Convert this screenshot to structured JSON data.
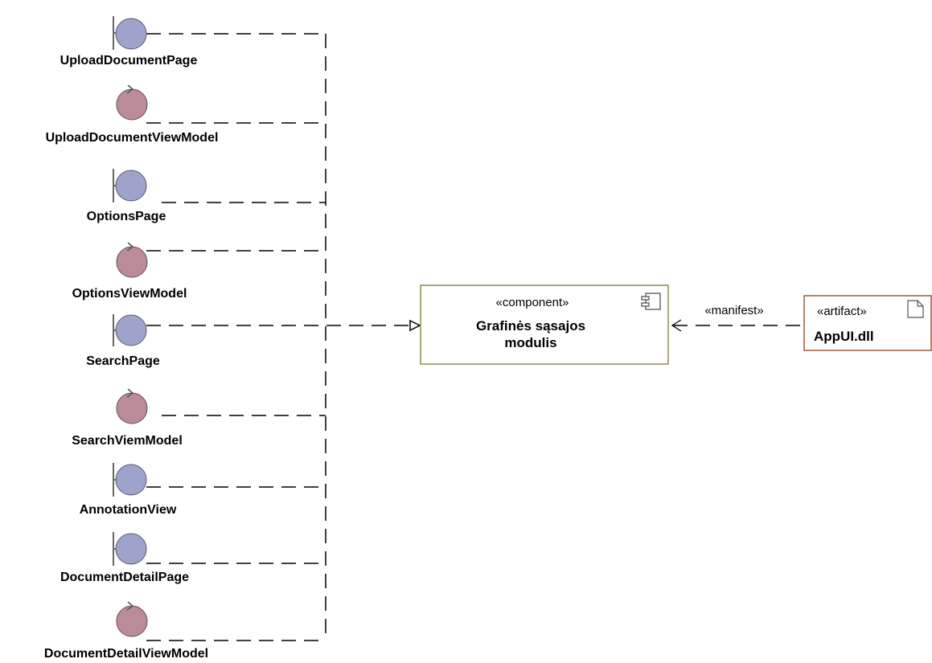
{
  "colors": {
    "boundary_fill": "#9EA3CC",
    "control_fill": "#B98C98",
    "component_border": "#8E8A50",
    "component_fill": "#FFFFFF",
    "artifact_border": "#9B5A3A"
  },
  "elements": [
    {
      "id": "upload-document-page",
      "kind": "boundary",
      "label": "UploadDocumentPage"
    },
    {
      "id": "upload-document-view-model",
      "kind": "control",
      "label": "UploadDocumentViewModel"
    },
    {
      "id": "options-page",
      "kind": "boundary",
      "label": "OptionsPage"
    },
    {
      "id": "options-view-model",
      "kind": "control",
      "label": "OptionsViewModel"
    },
    {
      "id": "search-page",
      "kind": "boundary",
      "label": "SearchPage"
    },
    {
      "id": "search-viem-model",
      "kind": "control",
      "label": "SearchViemModel"
    },
    {
      "id": "annotation-view",
      "kind": "boundary",
      "label": "AnnotationView"
    },
    {
      "id": "document-detail-page",
      "kind": "boundary",
      "label": "DocumentDetailPage"
    },
    {
      "id": "document-detail-view-model",
      "kind": "control",
      "label": "DocumentDetailViewModel"
    }
  ],
  "component": {
    "stereotype": "«component»",
    "name_line1": "Grafinės sąsajos",
    "name_line2": "modulis",
    "icon": "component-icon"
  },
  "artifact": {
    "stereotype": "«artifact»",
    "name": "AppUI.dll",
    "icon": "document-icon"
  },
  "connectors": {
    "manifest_label": "«manifest»",
    "realization": "dashed-hollow-arrow",
    "dependency": "dashed-open-arrow"
  }
}
